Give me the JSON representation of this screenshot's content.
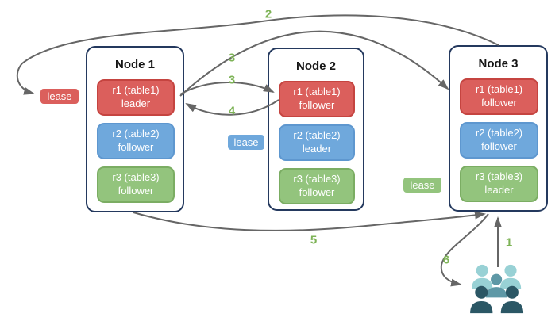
{
  "diagram": {
    "nodes": [
      {
        "title": "Node 1",
        "replicas": [
          {
            "name": "r1 (table1)",
            "role": "leader",
            "color": "#DB5F5C"
          },
          {
            "name": "r2 (table2)",
            "role": "follower",
            "color": "#6FA8DC"
          },
          {
            "name": "r3 (table3)",
            "role": "follower",
            "color": "#93C47D"
          }
        ]
      },
      {
        "title": "Node 2",
        "replicas": [
          {
            "name": "r1 (table1)",
            "role": "follower",
            "color": "#DB5F5C"
          },
          {
            "name": "r2 (table2)",
            "role": "leader",
            "color": "#6FA8DC"
          },
          {
            "name": "r3 (table3)",
            "role": "follower",
            "color": "#93C47D"
          }
        ]
      },
      {
        "title": "Node 3",
        "replicas": [
          {
            "name": "r1 (table1)",
            "role": "follower",
            "color": "#DB5F5C"
          },
          {
            "name": "r2 (table2)",
            "role": "follower",
            "color": "#6FA8DC"
          },
          {
            "name": "r3 (table3)",
            "role": "leader",
            "color": "#93C47D"
          }
        ]
      }
    ],
    "leases": [
      {
        "label": "lease",
        "color": "#DB5F5C"
      },
      {
        "label": "lease",
        "color": "#6FA8DC"
      },
      {
        "label": "lease",
        "color": "#93C47D"
      }
    ],
    "steps": [
      {
        "label": "2"
      },
      {
        "label": "3"
      },
      {
        "label": "3"
      },
      {
        "label": "4"
      },
      {
        "label": "5"
      },
      {
        "label": "6"
      },
      {
        "label": "1"
      }
    ],
    "icons": {
      "users_group": "users-group-icon"
    },
    "colors": {
      "node_border": "#24395E",
      "replica_red_fill": "#DB5F5C",
      "replica_red_border": "#C54440",
      "replica_blue_fill": "#6FA8DC",
      "replica_blue_border": "#5E97CF",
      "replica_green_fill": "#93C47D",
      "replica_green_border": "#7BAD63",
      "arrow": "#666666",
      "step_label": "#7DB356",
      "users_teal_light": "#98D1D5",
      "users_teal_medium": "#5E98A6",
      "users_teal_dark": "#2B5765"
    }
  }
}
